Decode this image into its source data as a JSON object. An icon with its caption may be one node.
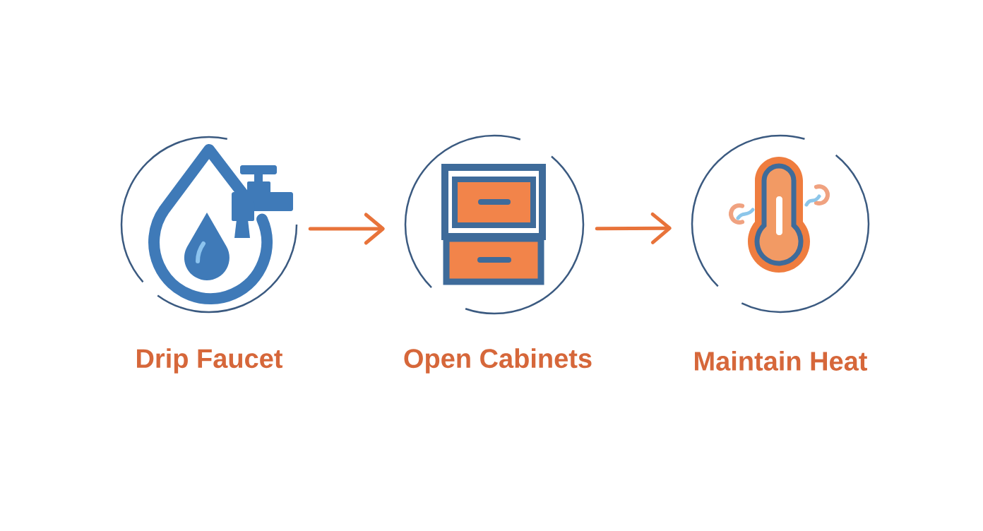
{
  "diagram": {
    "nodes": [
      {
        "text": [
          "Drip Faucet"
        ]
      },
      {
        "text": [
          "Open Cabinets"
        ]
      },
      {
        "text": [
          "Maintain Heat"
        ]
      }
    ],
    "edges": [
      {
        "from": 0,
        "to": 1,
        "arrow": "to"
      },
      {
        "from": 1,
        "to": 2,
        "arrow": "to"
      }
    ]
  }
}
